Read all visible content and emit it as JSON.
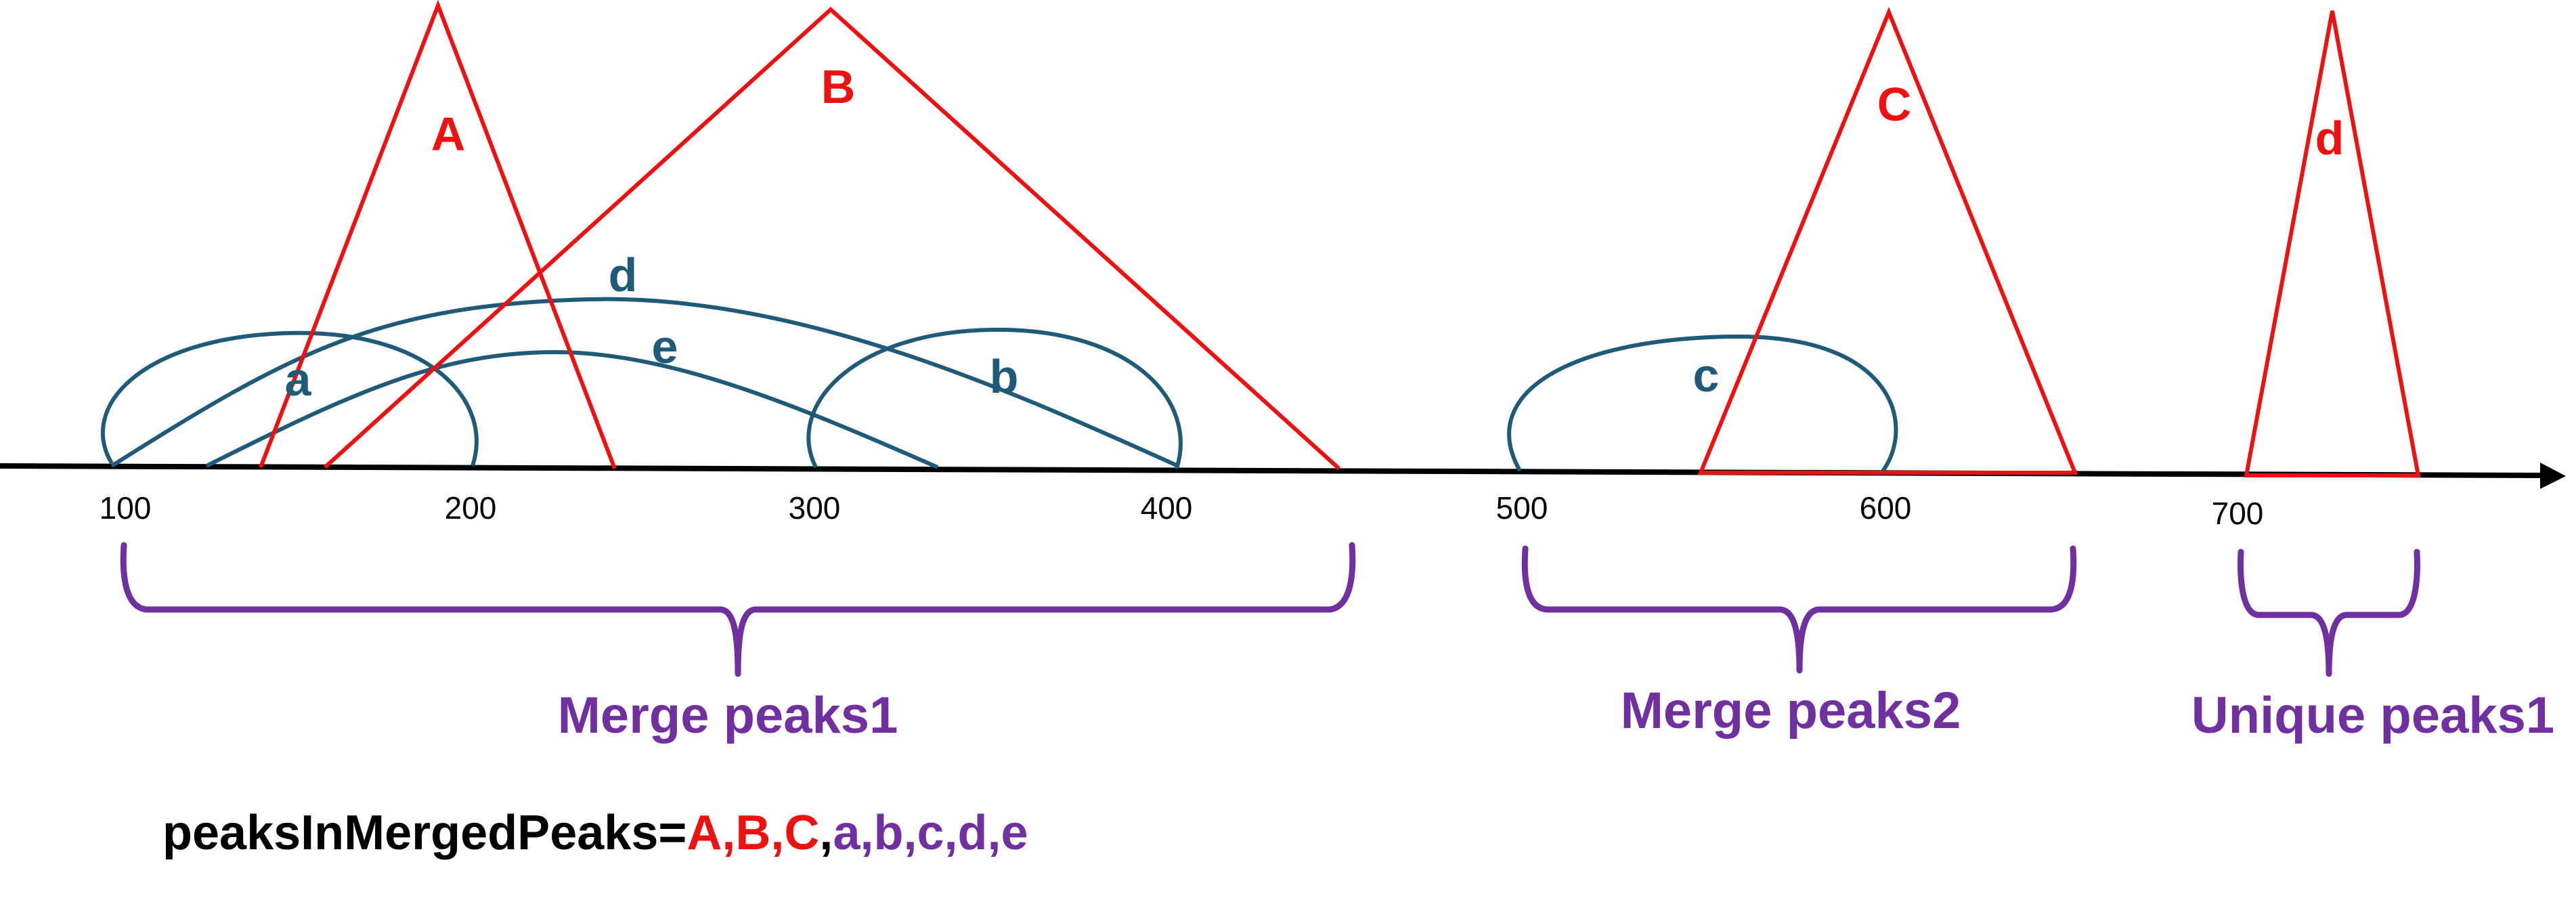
{
  "colors": {
    "triangle": "#ee1111",
    "curve": "#1f5a78",
    "bracket": "#7030a0",
    "axis": "#000000"
  },
  "axis": {
    "ticks": [
      "100",
      "200",
      "300",
      "400",
      "500",
      "600",
      "700"
    ]
  },
  "triangles": [
    {
      "label": "A"
    },
    {
      "label": "B"
    },
    {
      "label": "C"
    },
    {
      "label": "d"
    }
  ],
  "curves": [
    {
      "label": "a"
    },
    {
      "label": "d"
    },
    {
      "label": "e"
    },
    {
      "label": "b"
    },
    {
      "label": "c"
    }
  ],
  "groups": [
    {
      "label": "Merge peaks1"
    },
    {
      "label": "Merge peaks2"
    },
    {
      "label": "Unique peaks1"
    }
  ],
  "formula": {
    "prefix": "peaksInMergedPeaks=",
    "red_part": "A,B,C",
    "separator": ",",
    "purple_part": "a,b,c,d,e"
  }
}
